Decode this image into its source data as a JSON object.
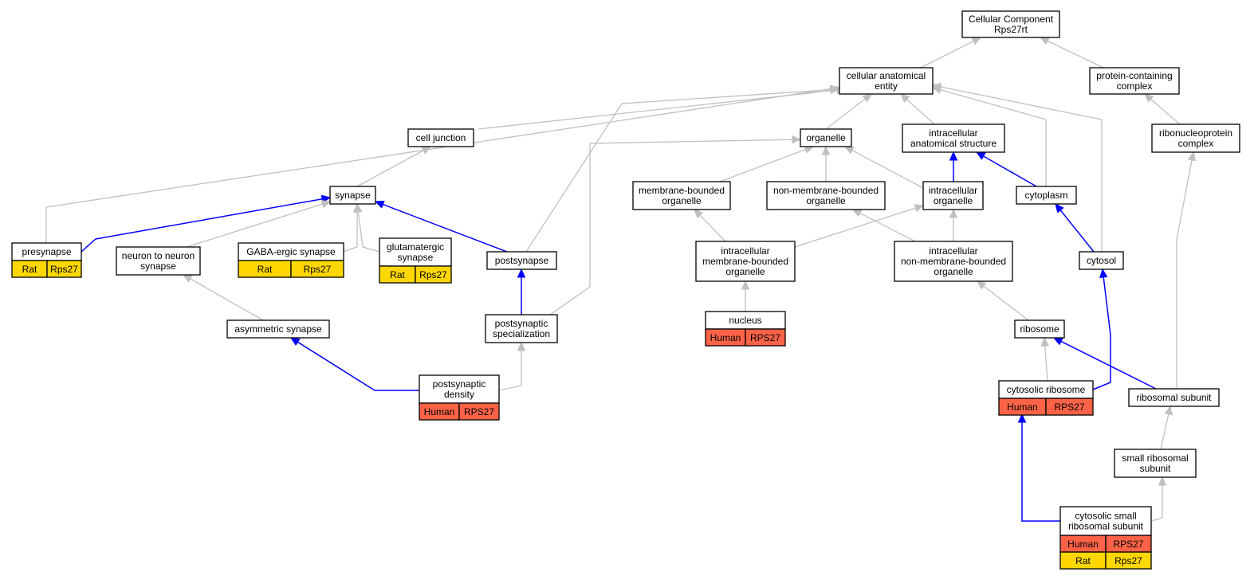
{
  "colors": {
    "rat": "#ffd700",
    "human": "#ff6347",
    "grey_edge": "#c0c0c0",
    "blue_edge": "#0000ff"
  },
  "nodes": {
    "root": {
      "lines": [
        "Cellular Component",
        "Rps27rt"
      ]
    },
    "cae": {
      "lines": [
        "cellular anatomical",
        "entity"
      ]
    },
    "pcc": {
      "lines": [
        "protein-containing",
        "complex"
      ]
    },
    "cj": {
      "lines": [
        "cell junction"
      ]
    },
    "org": {
      "lines": [
        "organelle"
      ]
    },
    "ias": {
      "lines": [
        "intracellular",
        "anatomical structure"
      ]
    },
    "rnp": {
      "lines": [
        "ribonucleoprotein",
        "complex"
      ]
    },
    "syn": {
      "lines": [
        "synapse"
      ]
    },
    "mbo": {
      "lines": [
        "membrane-bounded",
        "organelle"
      ]
    },
    "nmbo": {
      "lines": [
        "non-membrane-bounded",
        "organelle"
      ]
    },
    "io": {
      "lines": [
        "intracellular",
        "organelle"
      ]
    },
    "cyto": {
      "lines": [
        "cytoplasm"
      ]
    },
    "pre": {
      "lines": [
        "presynapse"
      ],
      "species": [
        {
          "org": "Rat",
          "gene": "Rps27"
        }
      ]
    },
    "n2n": {
      "lines": [
        "neuron to neuron",
        "synapse"
      ]
    },
    "gaba": {
      "lines": [
        "GABA-ergic synapse"
      ],
      "species": [
        {
          "org": "Rat",
          "gene": "Rps27"
        }
      ]
    },
    "glu": {
      "lines": [
        "glutamatergic",
        "synapse"
      ],
      "species": [
        {
          "org": "Rat",
          "gene": "Rps27"
        }
      ]
    },
    "post": {
      "lines": [
        "postsynapse"
      ]
    },
    "imbo": {
      "lines": [
        "intracellular",
        "membrane-bounded",
        "organelle"
      ]
    },
    "inmbo": {
      "lines": [
        "intracellular",
        "non-membrane-bounded",
        "organelle"
      ]
    },
    "cytosol": {
      "lines": [
        "cytosol"
      ]
    },
    "asym": {
      "lines": [
        "asymmetric synapse"
      ]
    },
    "pspec": {
      "lines": [
        "postsynaptic",
        "specialization"
      ]
    },
    "nuc": {
      "lines": [
        "nucleus"
      ],
      "species": [
        {
          "org": "Human",
          "gene": "RPS27"
        }
      ]
    },
    "ribo": {
      "lines": [
        "ribosome"
      ]
    },
    "psd": {
      "lines": [
        "postsynaptic",
        "density"
      ],
      "species": [
        {
          "org": "Human",
          "gene": "RPS27"
        }
      ]
    },
    "cribo": {
      "lines": [
        "cytosolic ribosome"
      ],
      "species": [
        {
          "org": "Human",
          "gene": "RPS27"
        }
      ]
    },
    "rsub": {
      "lines": [
        "ribosomal subunit"
      ]
    },
    "srsub": {
      "lines": [
        "small ribosomal",
        "subunit"
      ]
    },
    "csrs": {
      "lines": [
        "cytosolic small",
        "ribosomal subunit"
      ],
      "species": [
        {
          "org": "Human",
          "gene": "RPS27"
        },
        {
          "org": "Rat",
          "gene": "Rps27"
        }
      ]
    }
  },
  "edges": [
    {
      "from": "cae",
      "to": "root",
      "type": "grey"
    },
    {
      "from": "pcc",
      "to": "root",
      "type": "grey"
    },
    {
      "from": "cj",
      "to": "cae",
      "type": "grey"
    },
    {
      "from": "org",
      "to": "cae",
      "type": "grey"
    },
    {
      "from": "ias",
      "to": "cae",
      "type": "grey"
    },
    {
      "from": "cyto",
      "to": "cae",
      "type": "grey"
    },
    {
      "from": "cytosol",
      "to": "cae",
      "type": "grey"
    },
    {
      "from": "pre",
      "to": "cae",
      "type": "grey"
    },
    {
      "from": "post",
      "to": "cae",
      "type": "grey"
    },
    {
      "from": "rnp",
      "to": "pcc",
      "type": "grey"
    },
    {
      "from": "syn",
      "to": "cj",
      "type": "grey"
    },
    {
      "from": "mbo",
      "to": "org",
      "type": "grey"
    },
    {
      "from": "nmbo",
      "to": "org",
      "type": "grey"
    },
    {
      "from": "io",
      "to": "org",
      "type": "grey"
    },
    {
      "from": "pspec",
      "to": "org",
      "type": "grey"
    },
    {
      "from": "io",
      "to": "ias",
      "type": "blue"
    },
    {
      "from": "cyto",
      "to": "ias",
      "type": "blue"
    },
    {
      "from": "pre",
      "to": "syn",
      "type": "blue"
    },
    {
      "from": "post",
      "to": "syn",
      "type": "blue"
    },
    {
      "from": "n2n",
      "to": "syn",
      "type": "grey"
    },
    {
      "from": "gaba",
      "to": "syn",
      "type": "grey"
    },
    {
      "from": "glu",
      "to": "syn",
      "type": "grey"
    },
    {
      "from": "imbo",
      "to": "mbo",
      "type": "grey"
    },
    {
      "from": "imbo",
      "to": "io",
      "type": "grey"
    },
    {
      "from": "inmbo",
      "to": "nmbo",
      "type": "grey"
    },
    {
      "from": "inmbo",
      "to": "io",
      "type": "grey"
    },
    {
      "from": "cytosol",
      "to": "cyto",
      "type": "blue"
    },
    {
      "from": "asym",
      "to": "n2n",
      "type": "grey"
    },
    {
      "from": "pspec",
      "to": "post",
      "type": "blue"
    },
    {
      "from": "nuc",
      "to": "imbo",
      "type": "grey"
    },
    {
      "from": "ribo",
      "to": "inmbo",
      "type": "grey"
    },
    {
      "from": "psd",
      "to": "asym",
      "type": "blue"
    },
    {
      "from": "psd",
      "to": "pspec",
      "type": "grey"
    },
    {
      "from": "cribo",
      "to": "ribo",
      "type": "grey"
    },
    {
      "from": "cribo",
      "to": "cytosol",
      "type": "blue"
    },
    {
      "from": "rsub",
      "to": "ribo",
      "type": "blue"
    },
    {
      "from": "rsub",
      "to": "rnp",
      "type": "grey"
    },
    {
      "from": "srsub",
      "to": "rsub",
      "type": "grey"
    },
    {
      "from": "csrs",
      "to": "cribo",
      "type": "blue"
    },
    {
      "from": "csrs",
      "to": "srsub",
      "type": "grey"
    }
  ]
}
